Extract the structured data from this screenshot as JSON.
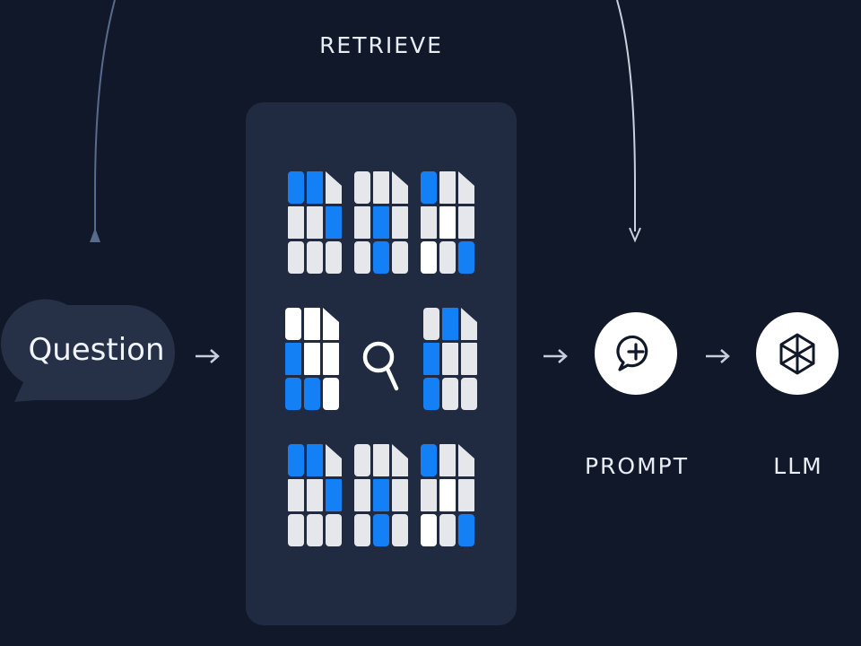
{
  "labels": {
    "retrieve": "RETRIEVE",
    "question": "Question",
    "prompt": "PROMPT",
    "llm": "LLM"
  },
  "icons": {
    "search": "magnifier-icon",
    "prompt": "speech-bubble-plus-icon",
    "llm": "hexagon-cube-icon",
    "documents": "document-grid-icon"
  },
  "colors": {
    "background": "#101829",
    "panel": "#202b41",
    "bubble": "#263147",
    "blue": "#1380f5",
    "light": "#e6e7ea",
    "white": "#ffffff",
    "line": "#8492ad"
  }
}
